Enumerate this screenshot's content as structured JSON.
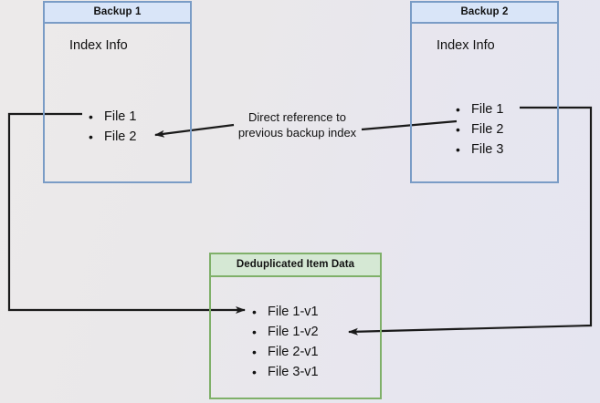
{
  "diagram": {
    "title_semantics": "backup-deduplication-diagram",
    "colors": {
      "blue_border": "#7a9cc6",
      "blue_header_fill": "#d9e5f8",
      "green_border": "#7fb069",
      "green_header_fill": "#d5e8d4",
      "arrow_stroke": "#1a1a1a",
      "background_left": "#eceaea",
      "background_right": "#e5e5f0"
    },
    "boxes": [
      {
        "id": "backup1",
        "header": "Backup 1",
        "section_label": "Index Info",
        "items": [
          "File 1",
          "File 2"
        ]
      },
      {
        "id": "backup2",
        "header": "Backup 2",
        "section_label": "Index Info",
        "items": [
          "File 1",
          "File 2",
          "File 3"
        ]
      },
      {
        "id": "dedup",
        "header": "Deduplicated Item Data",
        "items": [
          "File 1-v1",
          "File 1-v2",
          "File 2-v1",
          "File 3-v1"
        ]
      }
    ],
    "annotation": {
      "line1": "Direct reference to",
      "line2": "previous backup index"
    },
    "connectors": [
      {
        "name": "backup2-index-to-backup1-index",
        "from": "Backup 2 File 2",
        "to": "Backup 1 File 2",
        "label": "Direct reference to previous backup index"
      },
      {
        "name": "backup1-file1-to-dedup-file1v1",
        "from": "Backup 1 File 1",
        "to": "Deduplicated Item Data File 1-v1"
      },
      {
        "name": "backup2-file1-to-dedup-file1v2",
        "from": "Backup 2 File 1",
        "to": "Deduplicated Item Data File 1-v2"
      }
    ]
  }
}
